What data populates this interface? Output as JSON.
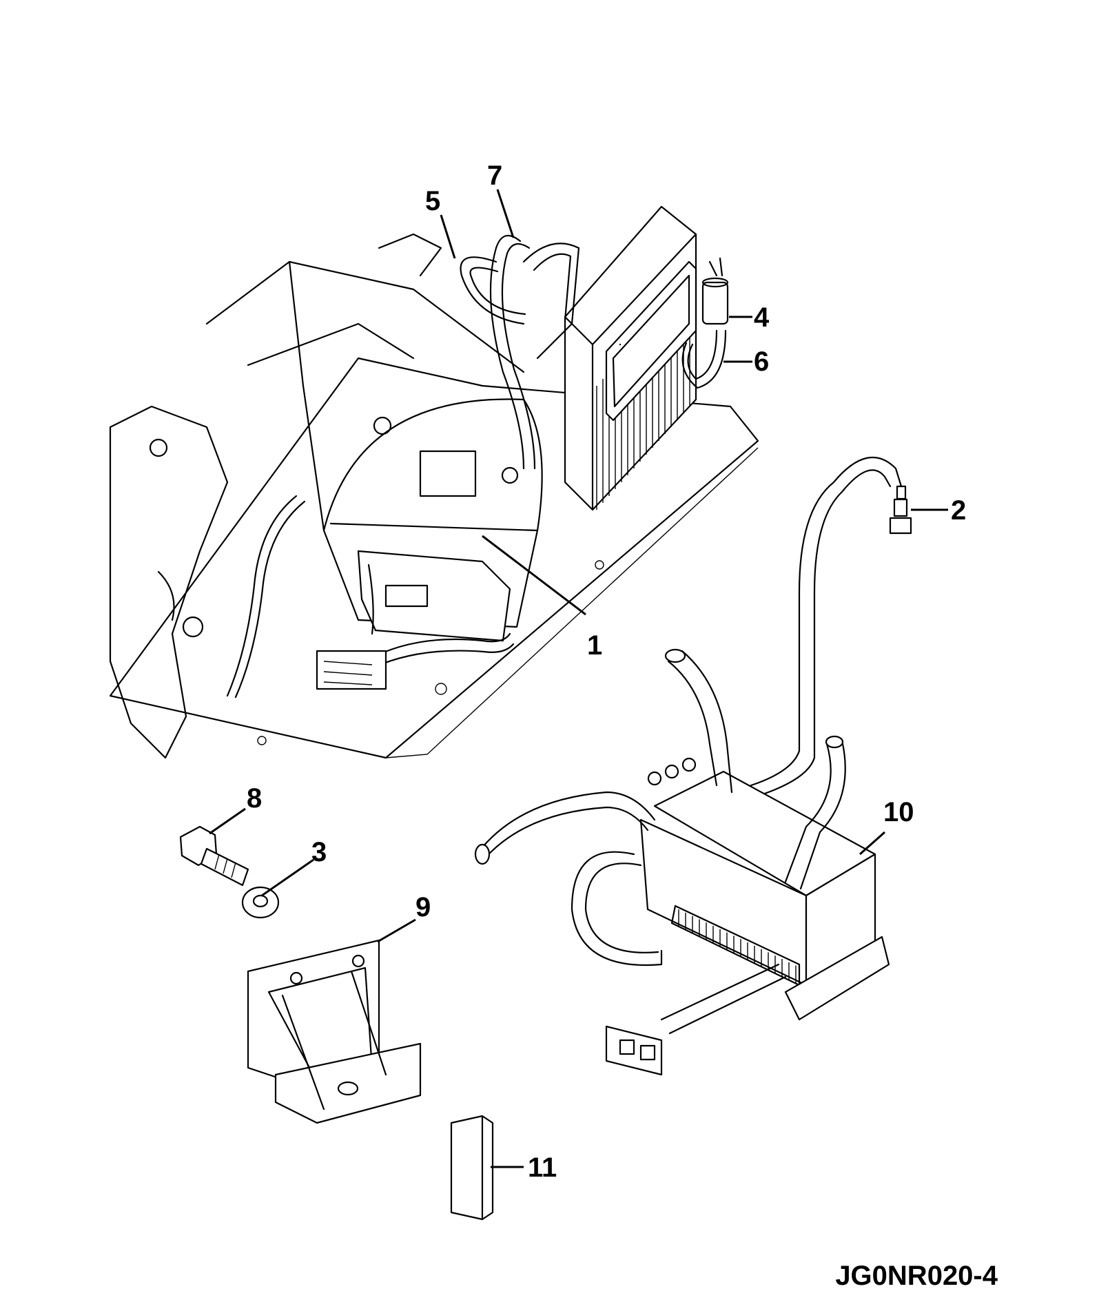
{
  "figure_id": "JG0NR020-4",
  "callouts": [
    {
      "label": "1"
    },
    {
      "label": "2"
    },
    {
      "label": "3"
    },
    {
      "label": "4"
    },
    {
      "label": "5"
    },
    {
      "label": "6"
    },
    {
      "label": "7"
    },
    {
      "label": "8"
    },
    {
      "label": "9"
    },
    {
      "label": "10"
    },
    {
      "label": "11"
    }
  ]
}
